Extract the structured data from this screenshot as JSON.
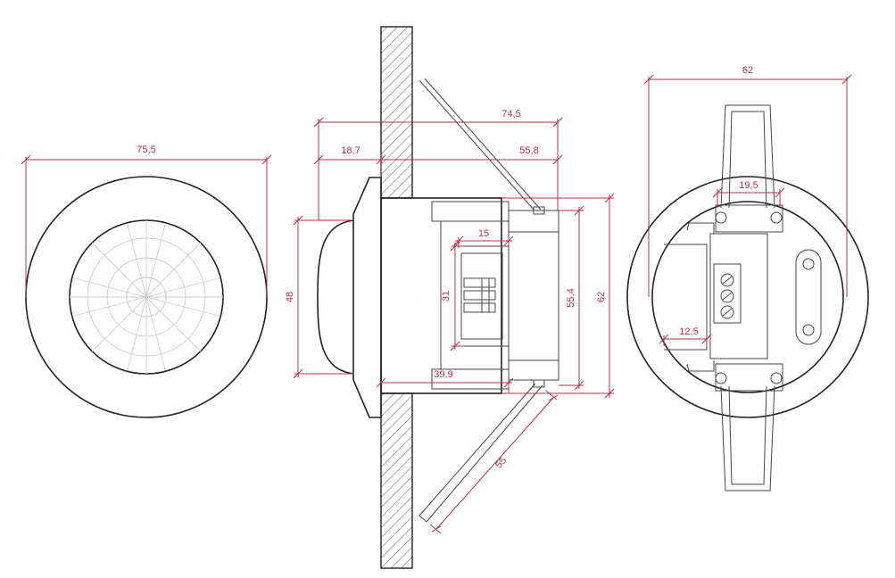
{
  "colors": {
    "outline": "#222222",
    "dimension": "#b0304a",
    "lens_grid": "#cccccc",
    "background": "#ffffff"
  },
  "front_view": {
    "diameter_label": "75,5"
  },
  "side_view": {
    "total_depth_label": "74,5",
    "flange_depth_label": "18,7",
    "body_depth_label": "55,8",
    "lens_height_label": "48",
    "inner_block_label": "15",
    "terminal_height_label": "31",
    "body_height_label": "55,4",
    "overall_height_label": "62",
    "bottom_depth_label": "39,9",
    "spring_length_label": "55"
  },
  "back_view": {
    "diameter_label": "62",
    "spring_width_label": "19,5",
    "notch_width_label": "12,5"
  }
}
